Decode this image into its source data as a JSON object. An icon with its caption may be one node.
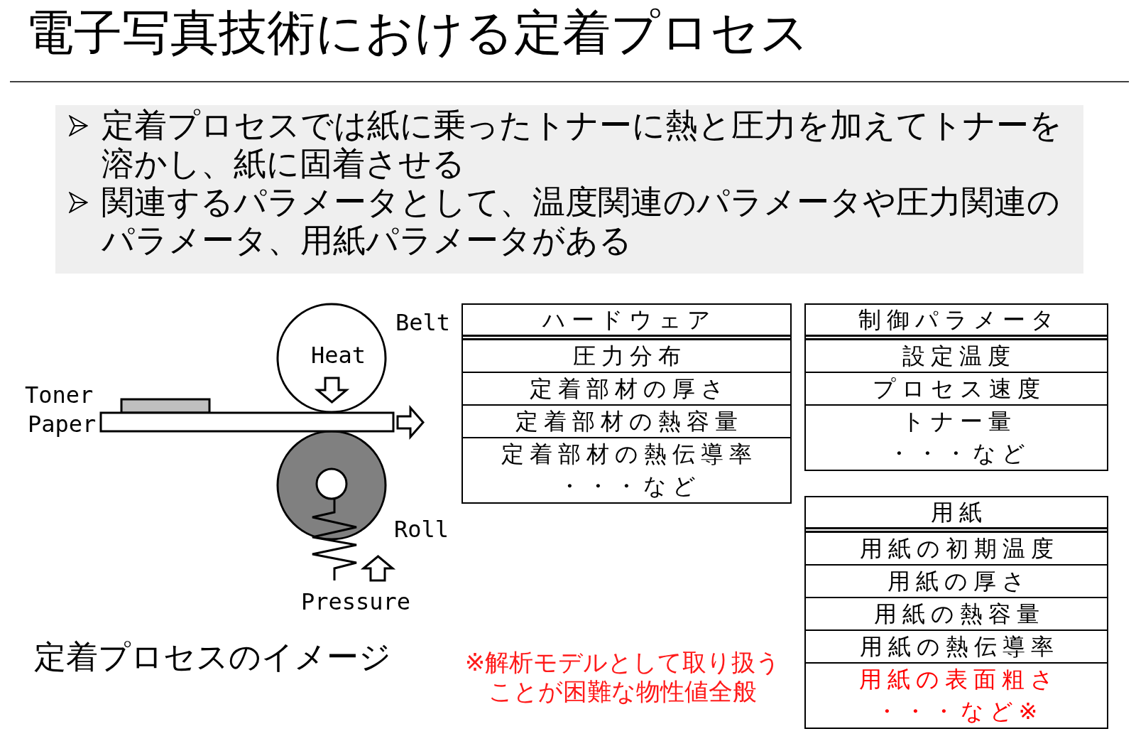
{
  "diagram": {
    "title": "電子写真技術における定着プロセス",
    "nodes": [
      {
        "text": [
          "定着プロセスでは紙に乗ったトナーに熱と圧力を加えてトナーを溶かし、紙に固着させる",
          "関連するパラメータとして、温度関連のパラメータや圧力関連のパラメータ、用紙パラメータがある"
        ]
      },
      {
        "text": [
          "ハードウェア",
          "圧力分布",
          "定着部材の厚さ",
          "定着部材の熱容量",
          "定着部材の熱伝導率",
          "・・・など"
        ]
      },
      {
        "text": [
          "制御パラメータ",
          "設定温度",
          "プロセス速度",
          "トナー量",
          "・・・など"
        ]
      },
      {
        "text": [
          "用紙",
          "用紙の初期温度",
          "用紙の厚さ",
          "用紙の熱容量",
          "用紙の熱伝導率",
          "用紙の表面粗さ",
          "・・・など※"
        ]
      }
    ],
    "labels": [
      "Belt",
      "Heat",
      "Toner",
      "Paper",
      "Roll",
      "Pressure",
      "定着プロセスのイメージ",
      "※解析モデルとして取り扱うことが困難な物性値全般"
    ]
  }
}
